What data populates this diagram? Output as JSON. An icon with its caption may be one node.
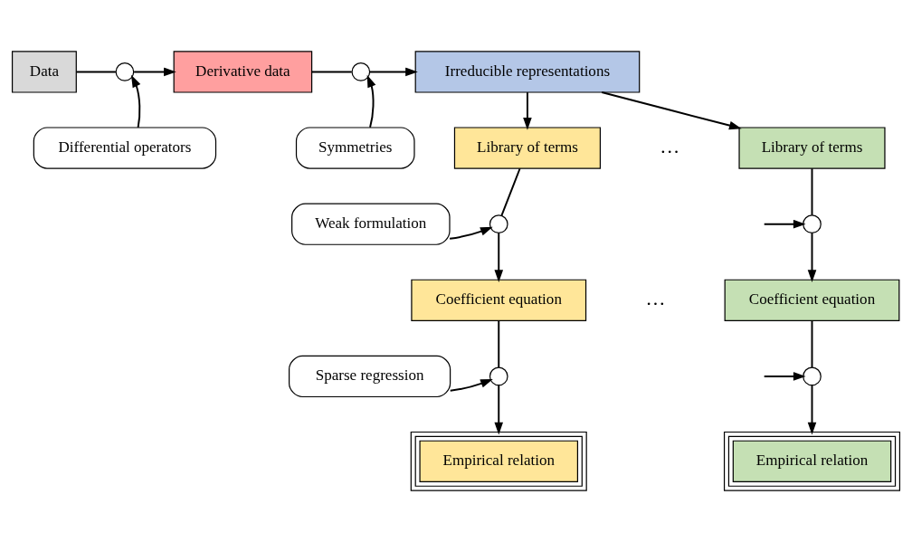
{
  "diagram": {
    "nodes": [
      {
        "text": [
          "Data"
        ]
      },
      {
        "text": [],
        "shape": "circle"
      },
      {
        "text": [
          "Differential operators"
        ]
      },
      {
        "text": [
          "Derivative data"
        ]
      },
      {
        "text": [],
        "shape": "circle"
      },
      {
        "text": [
          "Symmetries"
        ]
      },
      {
        "text": [
          "Irreducible representations"
        ]
      },
      {
        "text": [
          "Library of terms"
        ]
      },
      {
        "text": [
          "Library of terms"
        ]
      },
      {
        "text": [
          "Weak formulation"
        ]
      },
      {
        "text": [],
        "shape": "circle"
      },
      {
        "text": [],
        "shape": "circle"
      },
      {
        "text": [
          "Coefficient equation"
        ]
      },
      {
        "text": [
          "Coefficient equation"
        ]
      },
      {
        "text": [
          "Sparse regression"
        ]
      },
      {
        "text": [],
        "shape": "circle"
      },
      {
        "text": [],
        "shape": "circle"
      },
      {
        "text": [
          "Empirical relation"
        ]
      },
      {
        "text": [
          "Empirical relation"
        ]
      }
    ],
    "edges": [
      {
        "from": 0,
        "to": 1,
        "arrow": "none"
      },
      {
        "from": 1,
        "to": 3,
        "arrow": "to"
      },
      {
        "from": 2,
        "to": 1,
        "arrow": "to"
      },
      {
        "from": 3,
        "to": 4,
        "arrow": "none"
      },
      {
        "from": 4,
        "to": 6,
        "arrow": "to"
      },
      {
        "from": 5,
        "to": 4,
        "arrow": "to"
      },
      {
        "from": 6,
        "to": 7,
        "arrow": "to"
      },
      {
        "from": 6,
        "to": 8,
        "arrow": "to"
      },
      {
        "from": 7,
        "to": 10,
        "arrow": "none"
      },
      {
        "from": 9,
        "to": 10,
        "arrow": "to"
      },
      {
        "from": 10,
        "to": 12,
        "arrow": "to"
      },
      {
        "from": 8,
        "to": 11,
        "arrow": "none"
      },
      {
        "from": null,
        "to": 11,
        "arrow": "to"
      },
      {
        "from": 11,
        "to": 13,
        "arrow": "to"
      },
      {
        "from": 12,
        "to": 15,
        "arrow": "none"
      },
      {
        "from": 14,
        "to": 15,
        "arrow": "to"
      },
      {
        "from": 15,
        "to": 17,
        "arrow": "to"
      },
      {
        "from": 13,
        "to": 16,
        "arrow": "none"
      },
      {
        "from": null,
        "to": 16,
        "arrow": "to"
      },
      {
        "from": 16,
        "to": 18,
        "arrow": "to"
      }
    ],
    "labels": [
      "…",
      "…"
    ]
  }
}
